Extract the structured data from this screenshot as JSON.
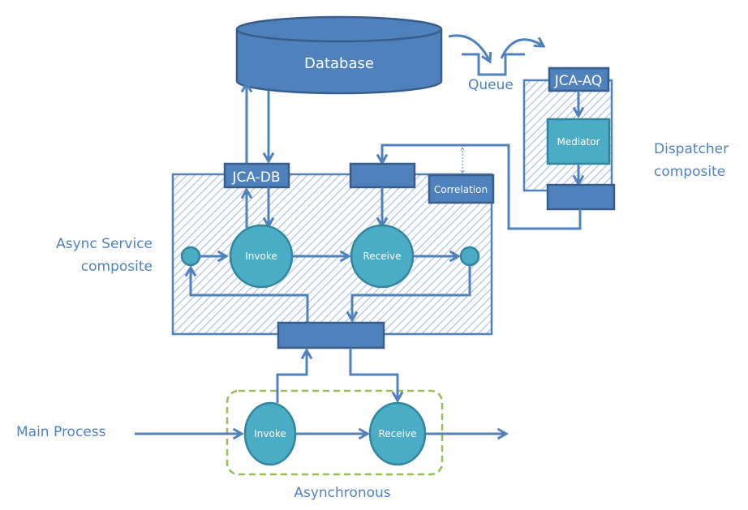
{
  "diagram": {
    "database": {
      "label": "Database"
    },
    "queue": {
      "label": "Queue"
    },
    "dispatcher": {
      "label_line1": "Dispatcher",
      "label_line2": "composite",
      "adapter_label": "JCA-AQ",
      "mediator_label": "Mediator"
    },
    "async_service": {
      "label_line1": "Async Service",
      "label_line2": "composite",
      "db_adapter_label": "JCA-DB",
      "correlation_label": "Correlation",
      "invoke_label": "Invoke",
      "receive_label": "Receive"
    },
    "main_process": {
      "label": "Main Process",
      "scope_label": "Asynchronous",
      "invoke_label": "Invoke",
      "receive_label": "Receive"
    },
    "colors": {
      "primary": "#4f81bd",
      "primary_dark": "#385d8a",
      "node": "#4bacc6",
      "node_border": "#31859c",
      "scope_border": "#9bbb59"
    }
  }
}
